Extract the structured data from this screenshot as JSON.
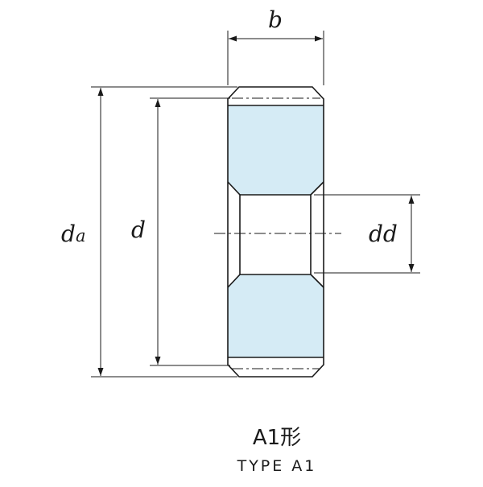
{
  "labels": {
    "b": "b",
    "da_main": "d",
    "da_sub": "a",
    "d": "d",
    "dd": "dd"
  },
  "caption": {
    "type_jp": "A1形",
    "type_en": "TYPE A1"
  },
  "colors": {
    "fill": "#d5ebf5",
    "line": "#1a1a1a"
  }
}
